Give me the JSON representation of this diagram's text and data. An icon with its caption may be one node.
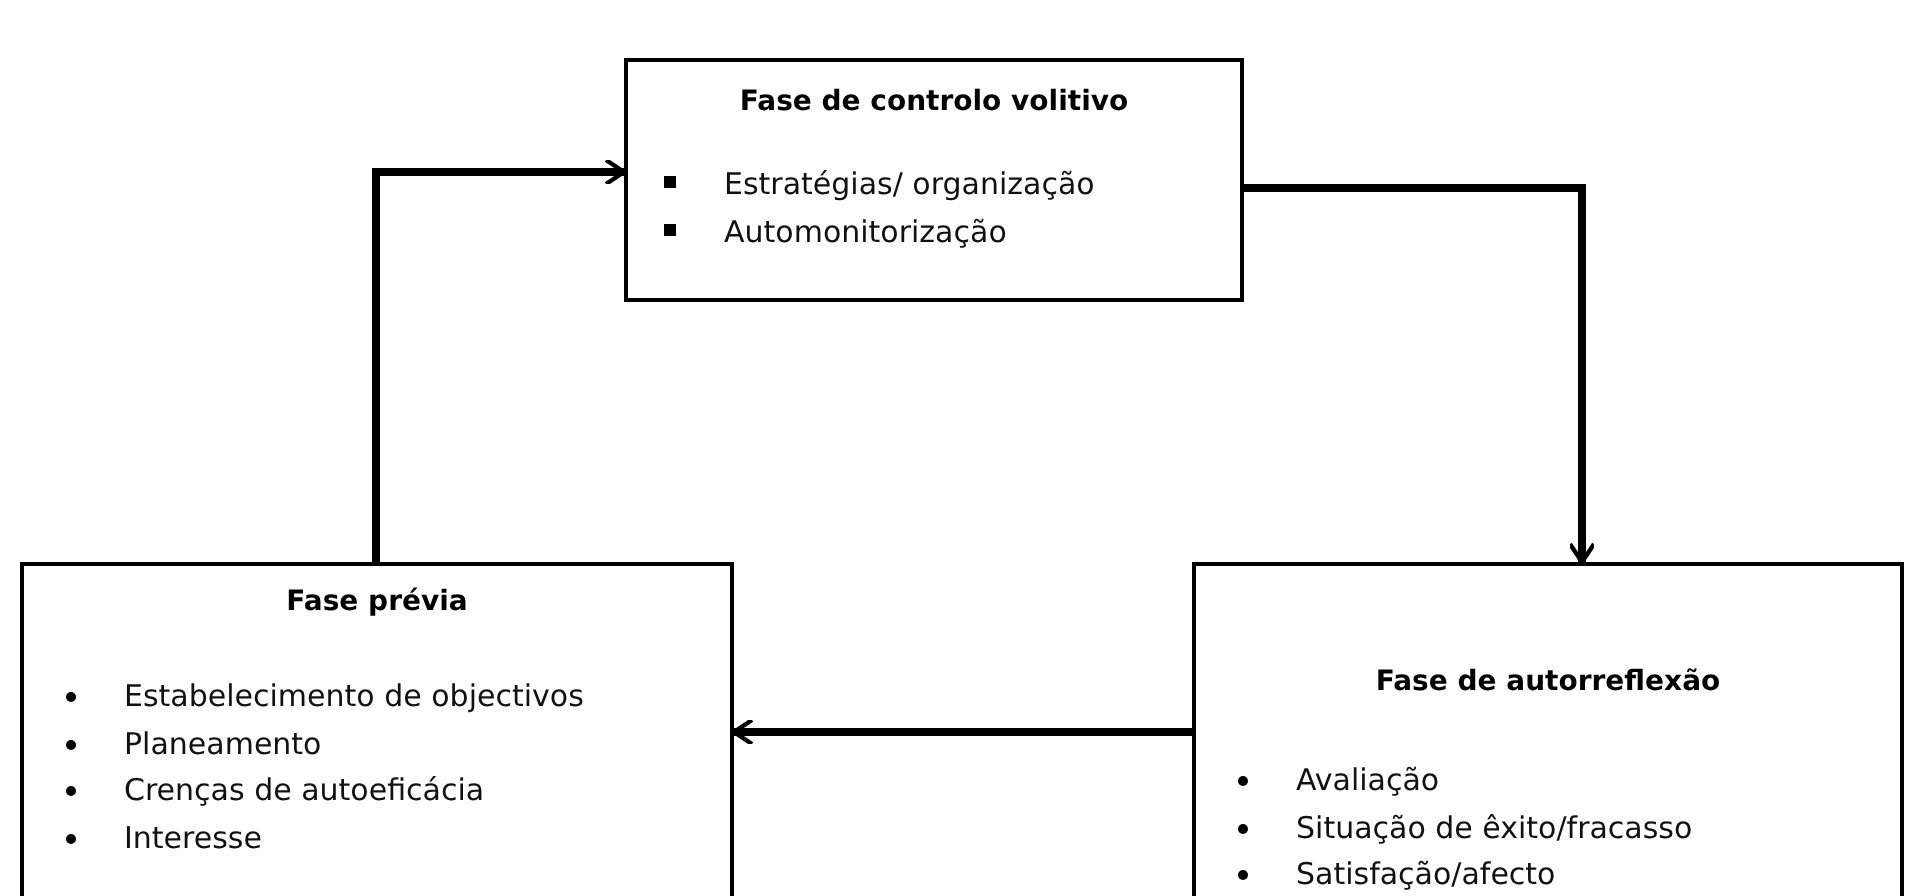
{
  "diagram": {
    "nodes": [
      {
        "text": [
          "Fase de controlo volitivo",
          "Estratégias/ organização",
          "Automonitorização"
        ]
      },
      {
        "text": [
          "Fase prévia",
          "Estabelecimento de objectivos",
          "Planeamento",
          "Crenças de autoeficácia",
          "Interesse"
        ]
      },
      {
        "text": [
          "Fase de autorreflexão",
          "Avaliação",
          "Situação de êxito/fracasso",
          "Satisfação/afecto"
        ]
      }
    ],
    "edges": [
      {
        "from": 1,
        "to": 0,
        "arrow": "to"
      },
      {
        "from": 0,
        "to": 2,
        "arrow": "to"
      },
      {
        "from": 2,
        "to": 1,
        "arrow": "to"
      }
    ]
  }
}
